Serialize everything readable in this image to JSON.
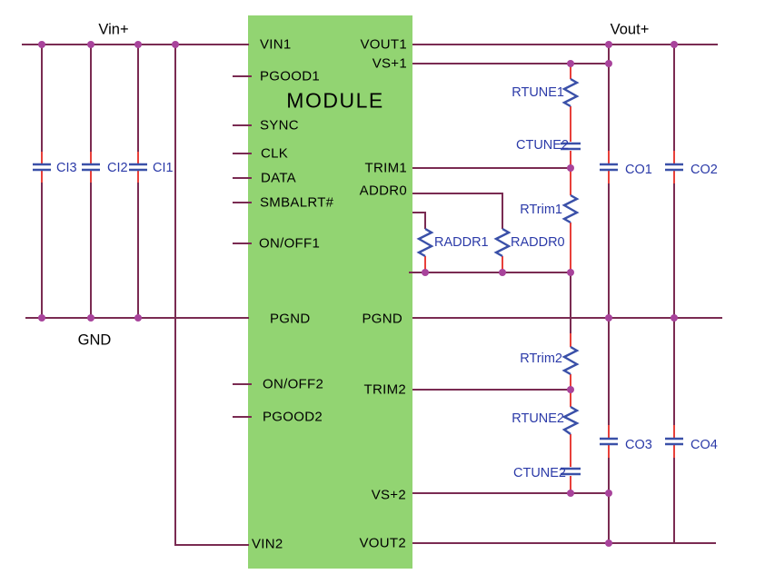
{
  "diagram_type": "power-module-application-schematic",
  "module": {
    "title": "MODULE",
    "left_pins": [
      "VIN1",
      "PGOOD1",
      "SYNC",
      "CLK",
      "DATA",
      "SMBALRT#",
      "ON/OFF1",
      "PGND",
      "ON/OFF2",
      "PGOOD2",
      "VIN2"
    ],
    "right_pins": [
      "VOUT1",
      "VS+1",
      "TRIM1",
      "ADDR0",
      "PGND",
      "TRIM2",
      "VS+2",
      "VOUT2"
    ]
  },
  "nets": {
    "vin_plus": "Vin+",
    "vout_plus": "Vout+",
    "gnd": "GND"
  },
  "components": {
    "ci1": "CI1",
    "ci2": "CI2",
    "ci3": "CI3",
    "co1": "CO1",
    "co2": "CO2",
    "co3": "CO3",
    "co4": "CO4",
    "rtune1": "RTUNE1",
    "ctune_top": "CTUNE2",
    "rtrim1": "RTrim1",
    "raddr1": "RADDR1",
    "raddr0": "RADDR0",
    "rtrim2": "RTrim2",
    "rtune2": "RTUNE2",
    "ctune_bottom": "CTUNE2"
  },
  "colors": {
    "wire": "#7A2B52",
    "component_lead": "#E8403A",
    "component_symbol": "#3A50A8",
    "component_label": "#2B3AA8",
    "junction_dot": "#A8439B",
    "module_fill": "#92D472",
    "pin_text": "#000000"
  }
}
